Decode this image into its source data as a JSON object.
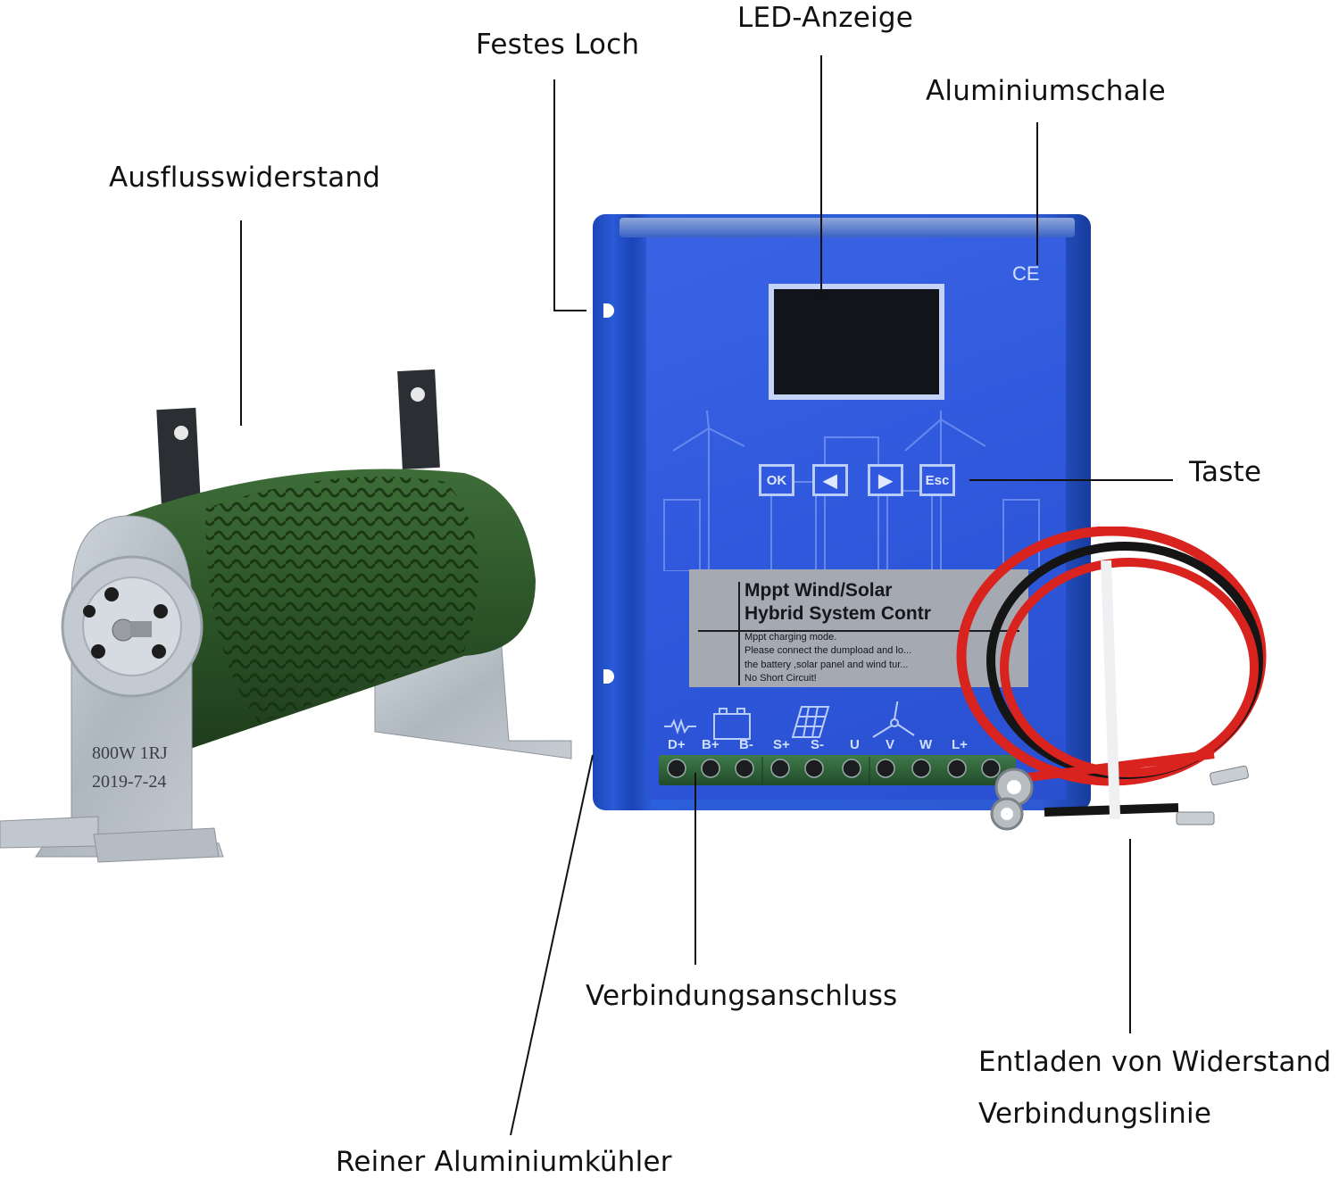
{
  "callouts": {
    "fixed_hole": "Festes Loch",
    "led_display": "LED-Anzeige",
    "aluminium_shell": "Aluminiumschale",
    "dump_resistor": "Ausflusswiderstand",
    "button": "Taste",
    "terminal": "Verbindungsanschluss",
    "dump_line_1": "Entladen von Widerstand",
    "dump_line_2": "Verbindungslinie",
    "heatsink": "Reiner Aluminiumkühler"
  },
  "resistor": {
    "rating": "800W 1RJ",
    "date": "2019-7-24",
    "body_color": "#2f5a2a",
    "bracket_color": "#b8c0c8"
  },
  "controller": {
    "shell_color": "#2f5fd8",
    "ce_mark": "CE",
    "buttons": [
      "OK",
      "◀",
      "▶",
      "Esc"
    ],
    "panel": {
      "title_line_1": "Mppt Wind/Solar",
      "title_line_2": "Hybrid System Contr",
      "notes": [
        "Mppt charging mode.",
        "Please connect the dumpload and lo...",
        "the battery ,solar panel and wind tur...",
        "No Short Circuit!"
      ]
    },
    "terminals": [
      "D+",
      "B+",
      "B-",
      "S+",
      "S-",
      "U",
      "V",
      "W",
      "L+"
    ]
  },
  "cable": {
    "colors": [
      "#d8231f",
      "#1a1a1a"
    ]
  }
}
